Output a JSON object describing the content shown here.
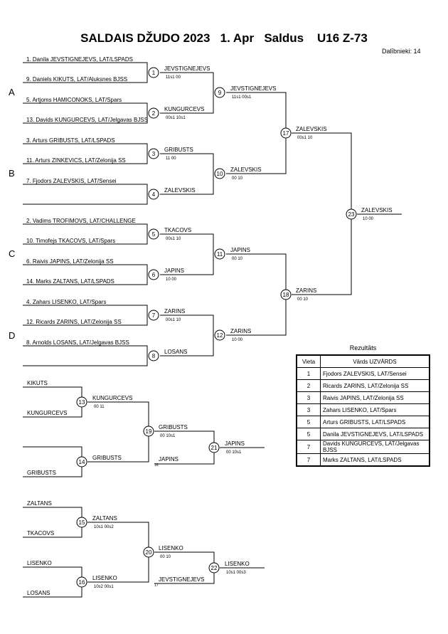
{
  "title": "SALDAIS DŽUDO 2023   1. Apr   Saldus    U16 Z-73",
  "participants": "Dalībnieki: 14",
  "pools": [
    "A",
    "B",
    "C",
    "D"
  ],
  "entrants": [
    "1. Danila JEVSTIGNEJEVS, LAT/LSPADS",
    "9. Daniels KIKUTS, LAT/Aluksnes BJSS",
    "5. Artjoms HAMICONOKS, LAT/Spars",
    "13. Davids KUNGURCEVS, LAT/Jelgavas BJSS",
    "3. Arturs GRIBUSTS, LAT/LSPADS",
    "11. Arturs ZINKEVICS, LAT/Zelonija SS",
    "7. Fjodors ZALEVSKIS, LAT/Sensei",
    "",
    "2. Vadims TROFIMOVS, LAT/CHALLENGE",
    "10. Timofejs TKACOVS, LAT/Spars",
    "6. Raivis JAPINS, LAT/Zelonija SS",
    "14. Marks ZALTANS, LAT/LSPADS",
    "4. Zahars LISENKO, LAT/Spars",
    "12. Ricards ZARINS, LAT/Zelonija SS",
    "8. Arnolds LOSANS, LAT/Jelgavas BJSS",
    ""
  ],
  "round1": [
    {
      "n": "1",
      "w": "JEVSTIGNEJEVS",
      "s": "11s1   00"
    },
    {
      "n": "2",
      "w": "KUNGURCEVS",
      "s": "00s1   10s1"
    },
    {
      "n": "3",
      "w": "GRIBUSTS",
      "s": "11   00"
    },
    {
      "n": "4",
      "w": "ZALEVSKIS",
      "s": ""
    },
    {
      "n": "5",
      "w": "TKACOVS",
      "s": "00s1   10"
    },
    {
      "n": "6",
      "w": "JAPINS",
      "s": "10   00"
    },
    {
      "n": "7",
      "w": "ZARINS",
      "s": "00s1   10"
    },
    {
      "n": "8",
      "w": "LOSANS",
      "s": ""
    }
  ],
  "round2": [
    {
      "n": "9",
      "w": "JEVSTIGNEJEVS",
      "s": "11s1   00s1"
    },
    {
      "n": "10",
      "w": "ZALEVSKIS",
      "s": "00   10"
    },
    {
      "n": "11",
      "w": "JAPINS",
      "s": "00   10"
    },
    {
      "n": "12",
      "w": "ZARINS",
      "s": "10   00"
    }
  ],
  "semis": [
    {
      "n": "17",
      "w": "ZALEVSKIS",
      "s": "00s1   10"
    },
    {
      "n": "18",
      "w": "ZARINS",
      "s": "00   10"
    }
  ],
  "final": {
    "n": "23",
    "w": "ZALEVSKIS",
    "s": "10   00"
  },
  "rep1": {
    "entrants": [
      "KIKUTS",
      "KUNGURCEVS",
      "",
      "GRIBUSTS"
    ],
    "m13": {
      "n": "13",
      "w": "KUNGURCEVS",
      "s": "00   11"
    },
    "m14": {
      "n": "14",
      "w": "GRIBUSTS",
      "s": ""
    },
    "m19": {
      "n": "19",
      "w": "GRIBUSTS",
      "s": "00   10s1"
    },
    "m19_lower": "JAPINS",
    "m19_lower_s": "16",
    "m21": {
      "n": "21",
      "w": "JAPINS",
      "s": "00   10s1"
    }
  },
  "rep2": {
    "entrants": [
      "ZALTANS",
      "TKACOVS",
      "LISENKO",
      "LOSANS"
    ],
    "m15": {
      "n": "15",
      "w": "ZALTANS",
      "s": "10s1   00s2"
    },
    "m16": {
      "n": "16",
      "w": "LISENKO",
      "s": "10s2   00s1"
    },
    "m20": {
      "n": "20",
      "w": "LISENKO",
      "s": "00   10"
    },
    "m20_lower": "JEVSTIGNEJEVS",
    "m20_lower_s": "17",
    "m22": {
      "n": "22",
      "w": "LISENKO",
      "s": "10s1   00s3"
    }
  },
  "results": {
    "title": "Rezultāts",
    "col_place": "Vieta",
    "col_name": "Vārds UZVĀRDS",
    "rows": [
      {
        "p": "1",
        "n": "Fjodors ZALEVSKIS, LAT/Sensei"
      },
      {
        "p": "2",
        "n": "Ricards ZARINS, LAT/Zelonija SS"
      },
      {
        "p": "3",
        "n": "Raivis JAPINS, LAT/Zelonija SS"
      },
      {
        "p": "3",
        "n": "Zahars LISENKO, LAT/Spars"
      },
      {
        "p": "5",
        "n": "Arturs GRIBUSTS, LAT/LSPADS"
      },
      {
        "p": "5",
        "n": "Danila JEVSTIGNEJEVS, LAT/LSPADS"
      },
      {
        "p": "7",
        "n": "Davids KUNGURCEVS, LAT/Jelgavas BJSS"
      },
      {
        "p": "7",
        "n": "Marks ZALTANS, LAT/LSPADS"
      }
    ]
  }
}
